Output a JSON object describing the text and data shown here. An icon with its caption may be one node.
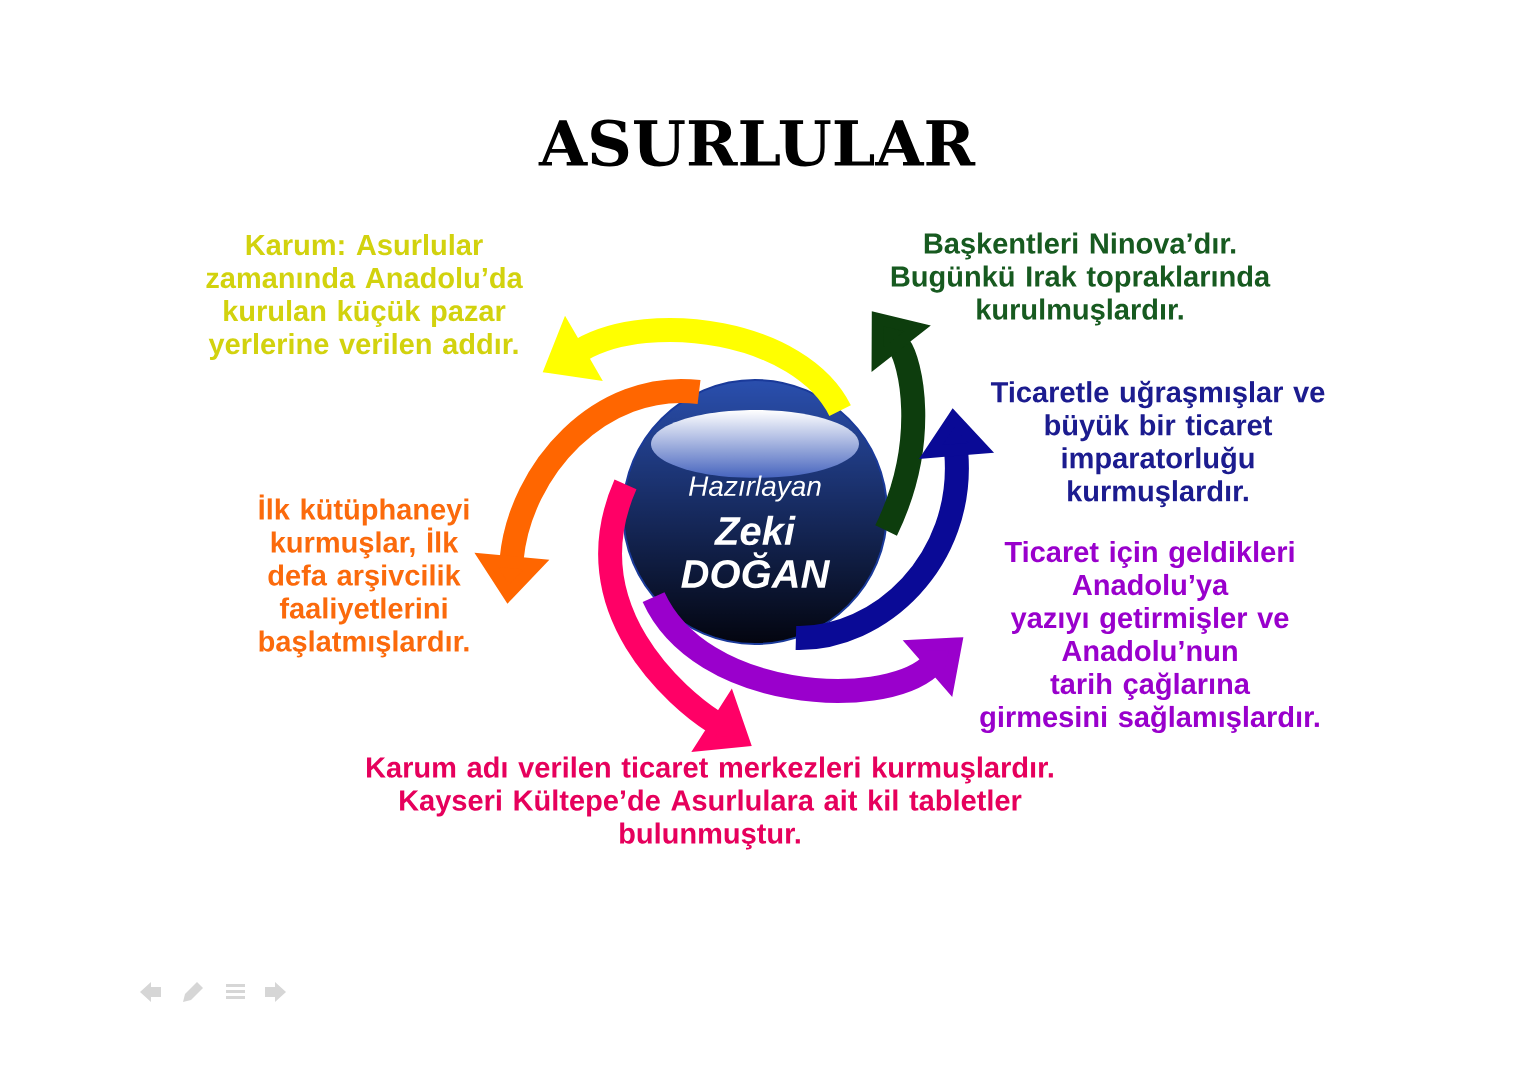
{
  "diagram": {
    "title": "ASURLULAR",
    "nodes": [
      {
        "text": [
          "Karum: Asurlular zamanında Anadolu’da kurulan küçük pazar yerlerine verilen addır."
        ]
      },
      {
        "text": [
          "Başkentleri Ninova’dır. Bugünkü Irak topraklarında kurulmuşlardır."
        ]
      },
      {
        "text": [
          "Ticaretle uğraşmışlar ve büyük bir ticaret imparatorluğu kurmuşlardır."
        ]
      },
      {
        "text": [
          "Hazırlayan",
          "Zeki DOĞAN"
        ]
      },
      {
        "text": [
          "İlk kütüphaneyi kurmuşlar, İlk defa arşivcilik faaliyetlerini başlatmışlardır."
        ]
      },
      {
        "text": [
          "Ticaret için geldikleri Anadolu’ya yazıyı getirmişler ve Anadolu’nun tarih çağlarına girmesini sağlamışlardır."
        ]
      },
      {
        "text": [
          "Karum adı verilen ticaret merkezleri kurmuşlardır. Kayseri Kültepe’de Asurlulara ait kil tabletler bulunmuştur."
        ]
      }
    ],
    "edges": [
      {
        "from": 3,
        "to": 0,
        "arrow": "to",
        "color": "#ffff00"
      },
      {
        "from": 3,
        "to": 1,
        "arrow": "to",
        "color": "#0d3d0d"
      },
      {
        "from": 3,
        "to": 2,
        "arrow": "to",
        "color": "#0a0a96"
      },
      {
        "from": 3,
        "to": 5,
        "arrow": "to",
        "color": "#9a00cc"
      },
      {
        "from": 3,
        "to": 6,
        "arrow": "to",
        "color": "#ff0066"
      },
      {
        "from": 3,
        "to": 4,
        "arrow": "to",
        "color": "#ff6600"
      }
    ]
  }
}
